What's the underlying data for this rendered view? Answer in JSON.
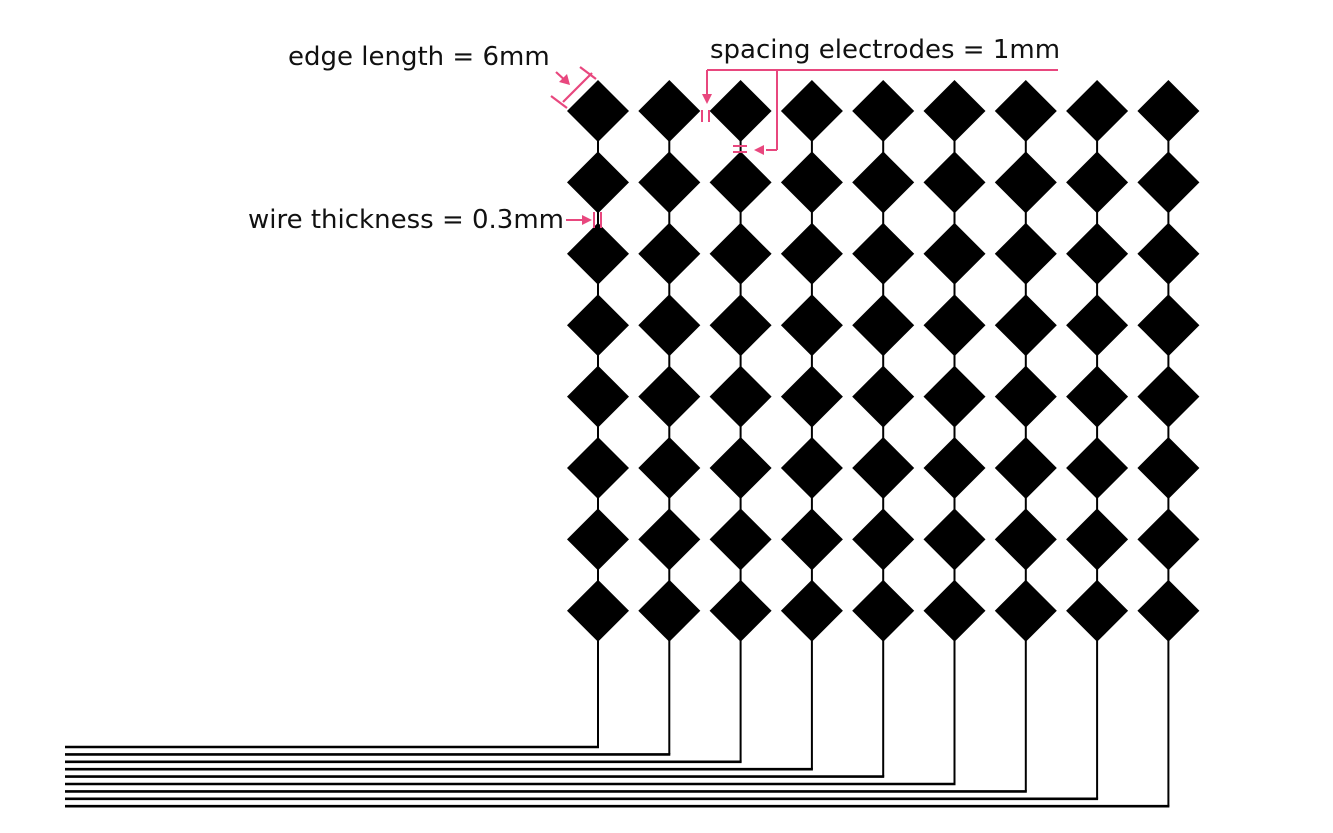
{
  "annotations": {
    "edge_length": "edge length = 6mm",
    "spacing": "spacing electrodes = 1mm",
    "wire_thickness": "wire thickness = 0.3mm"
  },
  "electrode_array": {
    "columns": 9,
    "rows": 8
  },
  "colors": {
    "electrode": "#000000",
    "annotation": "#e8477e",
    "text": "#111111"
  }
}
